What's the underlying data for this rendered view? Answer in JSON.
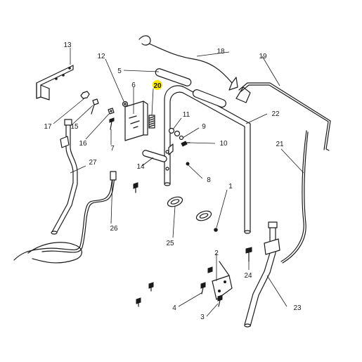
{
  "diagram": {
    "highlight_color": "#ffeb00",
    "callouts": [
      {
        "id": "c1",
        "label": "1"
      },
      {
        "id": "c2",
        "label": "2"
      },
      {
        "id": "c3",
        "label": "3"
      },
      {
        "id": "c4",
        "label": "4"
      },
      {
        "id": "c5",
        "label": "5"
      },
      {
        "id": "c6",
        "label": "6"
      },
      {
        "id": "c7",
        "label": "7"
      },
      {
        "id": "c8",
        "label": "8"
      },
      {
        "id": "c9",
        "label": "9"
      },
      {
        "id": "c10",
        "label": "10"
      },
      {
        "id": "c11",
        "label": "11"
      },
      {
        "id": "c12",
        "label": "12"
      },
      {
        "id": "c13",
        "label": "13"
      },
      {
        "id": "c14",
        "label": "14"
      },
      {
        "id": "c15",
        "label": "15"
      },
      {
        "id": "c16",
        "label": "16"
      },
      {
        "id": "c17",
        "label": "17"
      },
      {
        "id": "c18",
        "label": "18"
      },
      {
        "id": "c19",
        "label": "19"
      },
      {
        "id": "c20",
        "label": "20",
        "highlighted": true
      },
      {
        "id": "c21",
        "label": "21"
      },
      {
        "id": "c22",
        "label": "22"
      },
      {
        "id": "c23",
        "label": "23"
      },
      {
        "id": "c24",
        "label": "24"
      },
      {
        "id": "c25",
        "label": "25"
      },
      {
        "id": "c26",
        "label": "26"
      },
      {
        "id": "c27",
        "label": "27"
      }
    ]
  }
}
